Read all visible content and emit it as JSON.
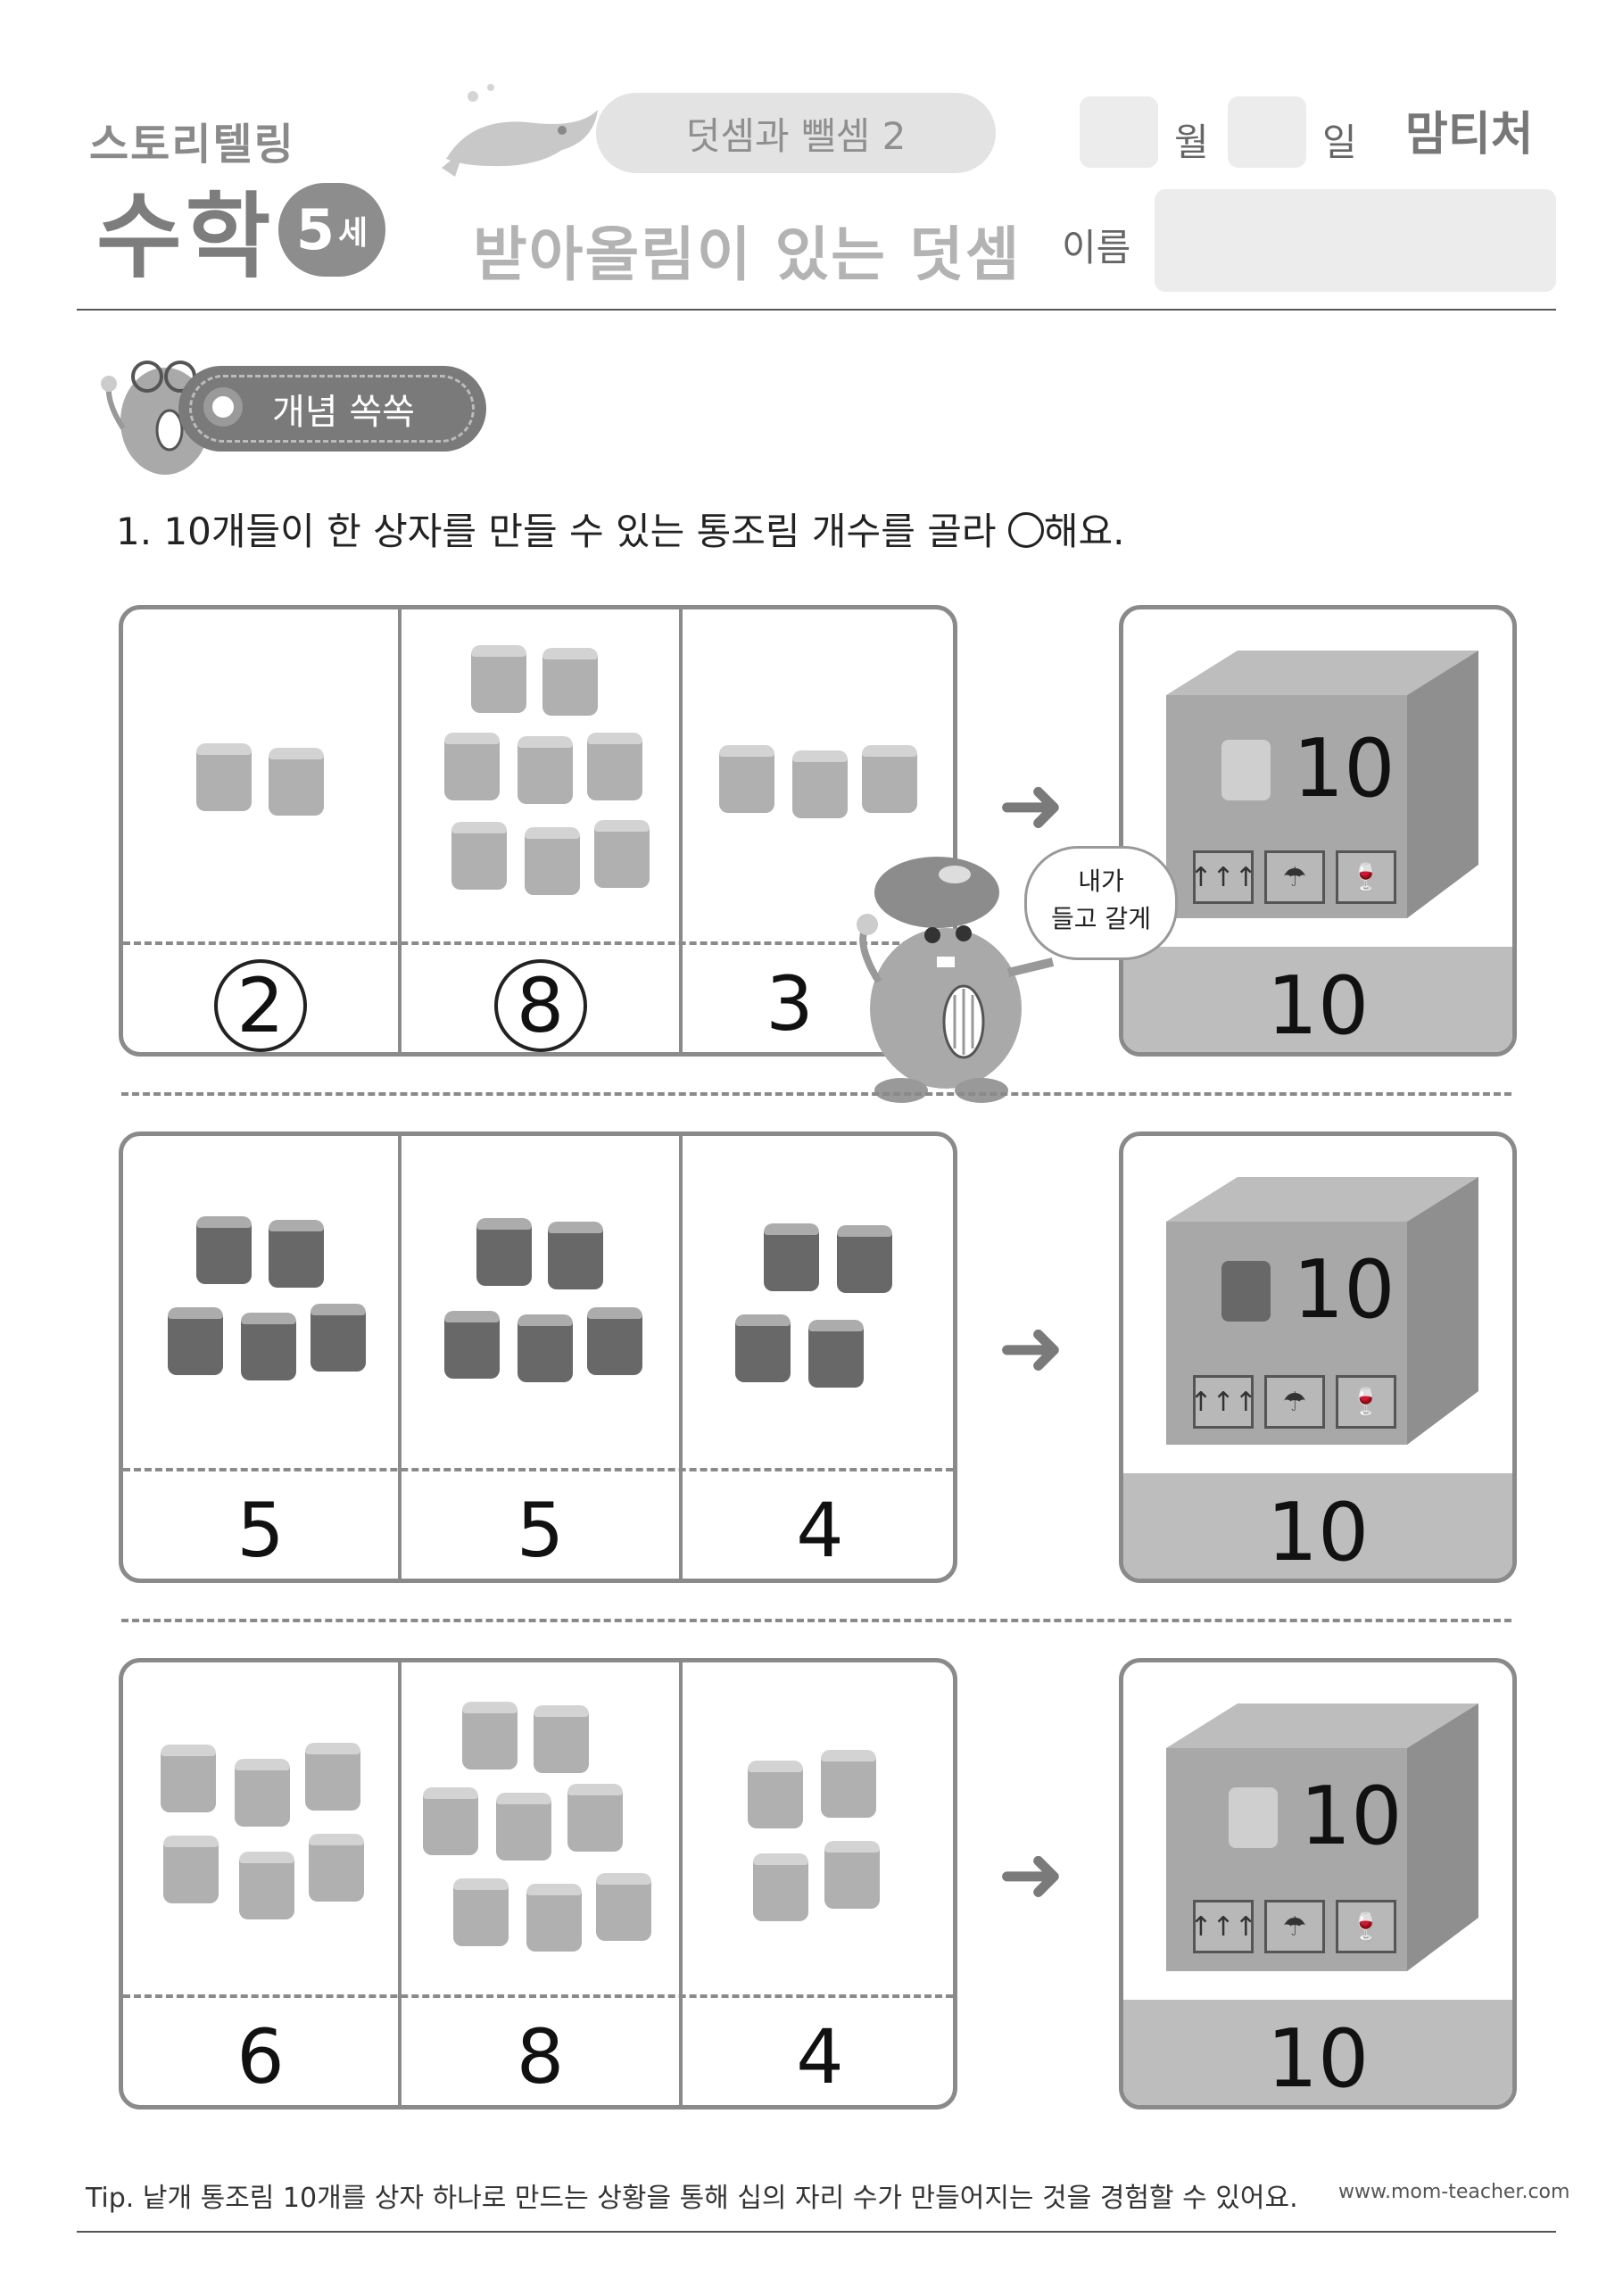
{
  "header": {
    "logo_top": "스토리텔링",
    "logo_main": "수학",
    "age_number": "5",
    "age_suffix": "세",
    "topic": "덧셈과 뺄셈 2",
    "subtitle": "받아올림이 있는 덧셈",
    "month_label": "월",
    "day_label": "일",
    "name_label": "이름",
    "brand": "맘티처"
  },
  "section": {
    "label": "개념 쏙쏙"
  },
  "question": {
    "text_before": "1. 10개들이 한 상자를 만들 수 있는 통조림 개수를 골라 ",
    "text_after": "해요."
  },
  "speech_bubble": {
    "line1": "내가",
    "line2": "들고 갈게"
  },
  "rows": [
    {
      "can_color": "#b0b0b0",
      "cells": [
        {
          "count": "2",
          "circled": true
        },
        {
          "count": "8",
          "circled": true
        },
        {
          "count": "3",
          "circled": false
        }
      ],
      "box_label": "10",
      "box_result": "10"
    },
    {
      "can_color": "#686868",
      "cells": [
        {
          "count": "5",
          "circled": false
        },
        {
          "count": "5",
          "circled": false
        },
        {
          "count": "4",
          "circled": false
        }
      ],
      "box_label": "10",
      "box_result": "10"
    },
    {
      "can_color": "#b0b0b0",
      "cells": [
        {
          "count": "6",
          "circled": false
        },
        {
          "count": "8",
          "circled": false
        },
        {
          "count": "4",
          "circled": false
        }
      ],
      "box_label": "10",
      "box_result": "10"
    }
  ],
  "footer": {
    "tip": "Tip. 낱개 통조림 10개를 상자 하나로 만드는 상황을 통해 십의 자리 수가 만들어지는 것을 경험할 수 있어요.",
    "website": "www.mom-teacher.com"
  }
}
